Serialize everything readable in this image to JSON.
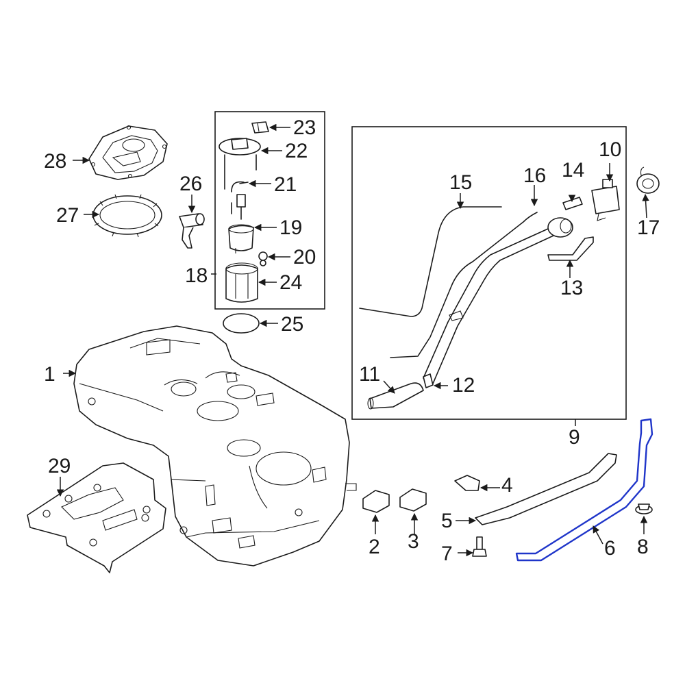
{
  "diagram": {
    "highlight_color": "#1f35c9",
    "line_color": "#1a1a1a",
    "background": "#ffffff",
    "callouts": {
      "c1": "1",
      "c2": "2",
      "c3": "3",
      "c4": "4",
      "c5": "5",
      "c6": "6",
      "c7": "7",
      "c8": "8",
      "c9": "9",
      "c10": "10",
      "c11": "11",
      "c12": "12",
      "c13": "13",
      "c14": "14",
      "c15": "15",
      "c16": "16",
      "c17": "17",
      "c18": "18",
      "c19": "19",
      "c20": "20",
      "c21": "21",
      "c22": "22",
      "c23": "23",
      "c24": "24",
      "c25": "25",
      "c26": "26",
      "c27": "27",
      "c28": "28",
      "c29": "29"
    },
    "highlighted_part": "6"
  }
}
